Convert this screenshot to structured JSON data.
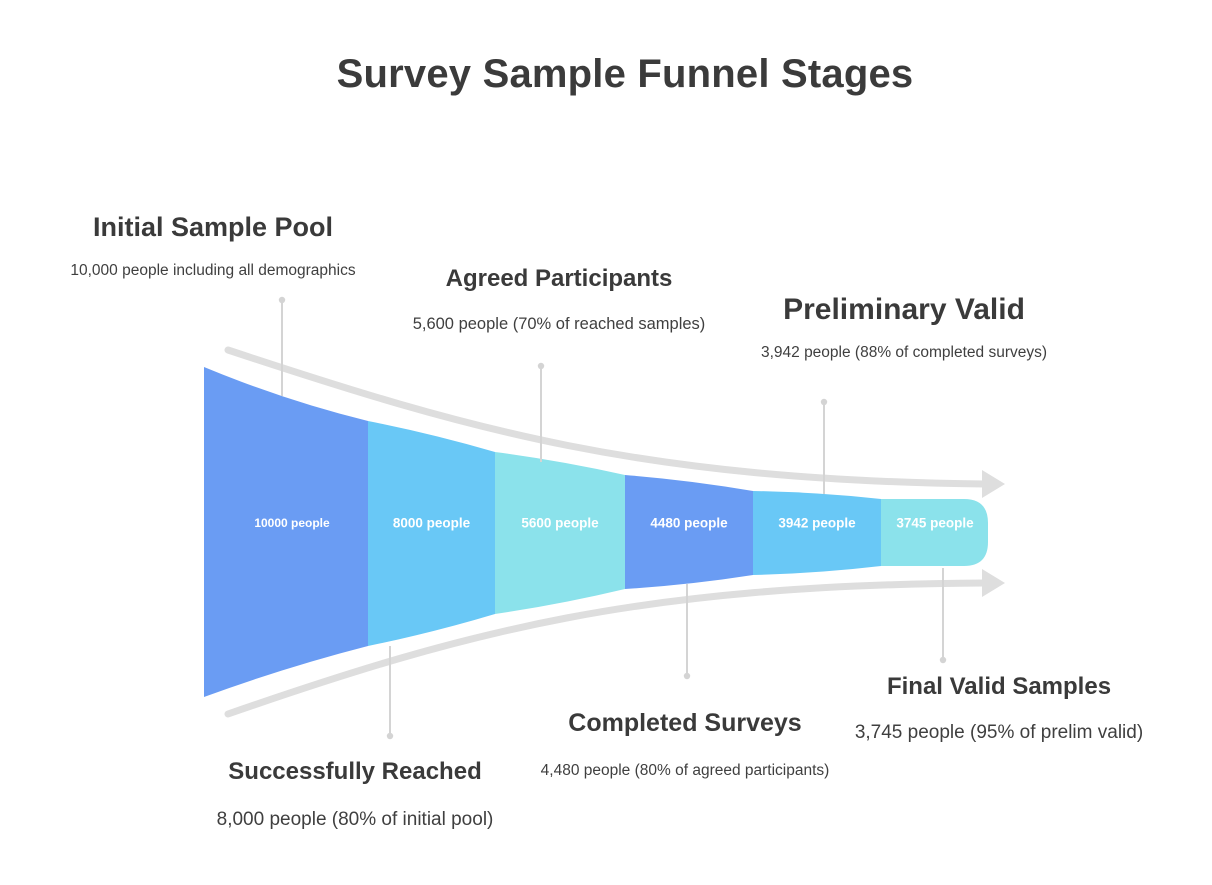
{
  "title": "Survey Sample Funnel Stages",
  "colors": {
    "blue": "#6a9cf3",
    "sky": "#69c8f6",
    "aqua": "#8be2eb",
    "arrow": "#dedede",
    "connector": "#d4d4d4",
    "segment_text": "#ffffff"
  },
  "stages": [
    {
      "name": "Initial Sample Pool",
      "description": "10,000 people including all demographics",
      "segment_label": "10000 people",
      "value": 10000,
      "color": "#6a9cf3"
    },
    {
      "name": "Successfully Reached",
      "description": "8,000 people (80% of initial pool)",
      "segment_label": "8000 people",
      "value": 8000,
      "color": "#69c8f6"
    },
    {
      "name": "Agreed Participants",
      "description": "5,600 people (70% of reached samples)",
      "segment_label": "5600 people",
      "value": 5600,
      "color": "#8be2eb"
    },
    {
      "name": "Completed Surveys",
      "description": "4,480 people (80% of agreed participants)",
      "segment_label": "4480 people",
      "value": 4480,
      "color": "#6a9cf3"
    },
    {
      "name": "Preliminary Valid",
      "description": "3,942 people (88% of completed surveys)",
      "segment_label": "3942 people",
      "value": 3942,
      "color": "#69c8f6"
    },
    {
      "name": "Final Valid Samples",
      "description": "3,745 people (95% of prelim valid)",
      "segment_label": "3745 people",
      "value": 3745,
      "color": "#8be2eb"
    }
  ]
}
